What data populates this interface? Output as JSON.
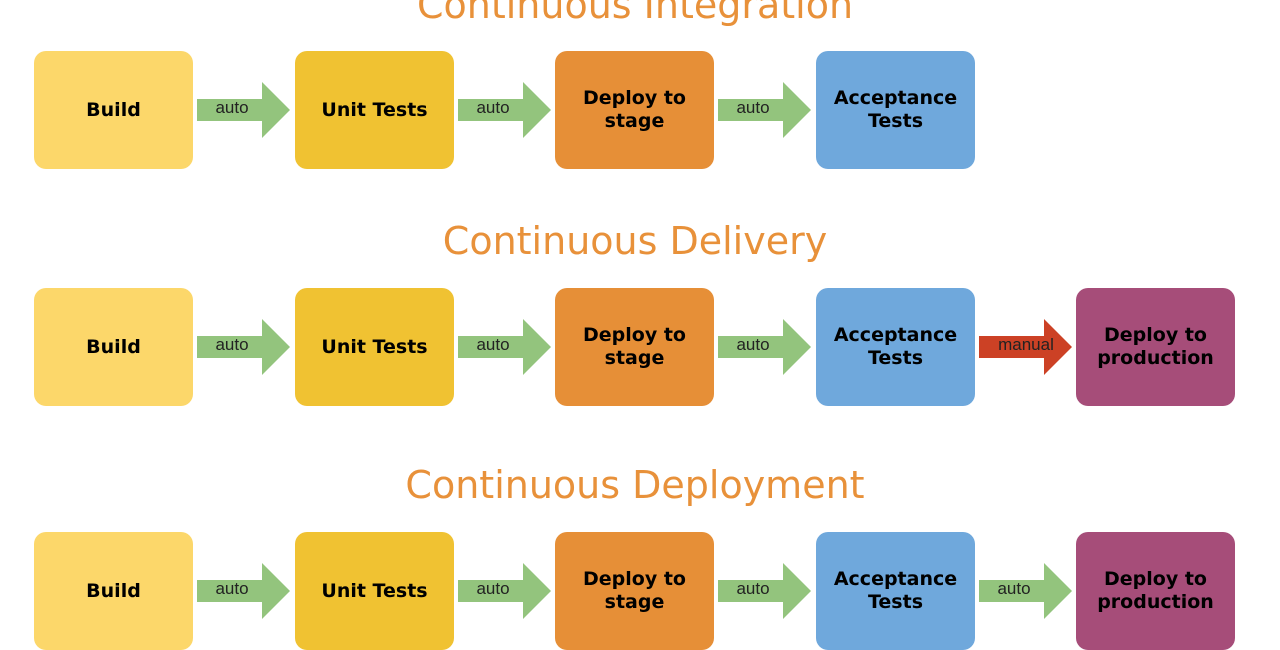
{
  "colors": {
    "title": "#e8913a",
    "build": "#fcd76a",
    "unit_tests": "#f0c232",
    "deploy_stage": "#e68f37",
    "acceptance": "#6fa8dc",
    "deploy_prod": "#a64d79",
    "auto_arrow": "#93c47d",
    "manual_arrow": "#cc4125"
  },
  "rows": [
    {
      "title": "Continuous Integration",
      "stages": [
        "Build",
        "Unit Tests",
        "Deploy to stage",
        "Acceptance Tests"
      ],
      "arrows": [
        "auto",
        "auto",
        "auto"
      ]
    },
    {
      "title": "Continuous Delivery",
      "stages": [
        "Build",
        "Unit Tests",
        "Deploy to stage",
        "Acceptance Tests",
        "Deploy to production"
      ],
      "arrows": [
        "auto",
        "auto",
        "auto",
        "manual"
      ]
    },
    {
      "title": "Continuous Deployment",
      "stages": [
        "Build",
        "Unit Tests",
        "Deploy to stage",
        "Acceptance Tests",
        "Deploy to production"
      ],
      "arrows": [
        "auto",
        "auto",
        "auto",
        "auto"
      ]
    }
  ]
}
